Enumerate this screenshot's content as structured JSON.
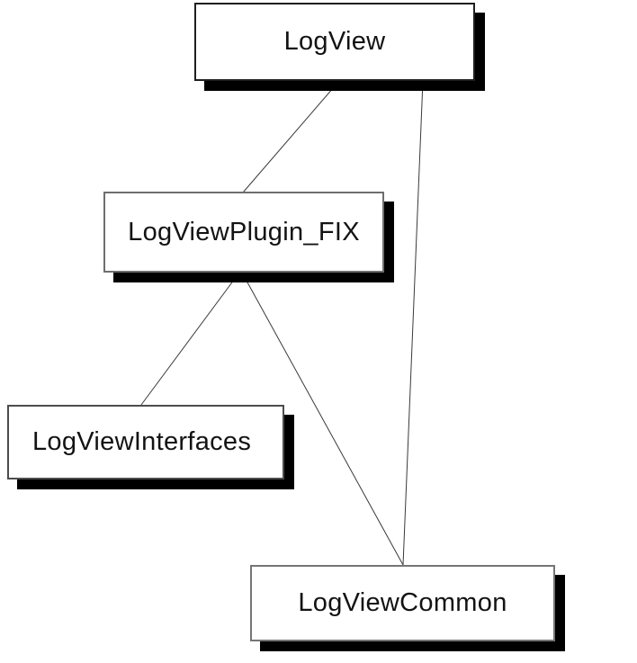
{
  "diagram": {
    "type": "dependency-diagram",
    "nodes": [
      {
        "id": "logview",
        "label": "LogView"
      },
      {
        "id": "logviewplugin-fix",
        "label": "LogViewPlugin_FIX"
      },
      {
        "id": "logviewinterfaces",
        "label": "LogViewInterfaces"
      },
      {
        "id": "logviewcommon",
        "label": "LogViewCommon"
      }
    ],
    "edges": [
      {
        "from": "LogView",
        "to": "LogViewPlugin_FIX"
      },
      {
        "from": "LogView",
        "to": "LogViewCommon"
      },
      {
        "from": "LogViewPlugin_FIX",
        "to": "LogViewInterfaces"
      },
      {
        "from": "LogViewPlugin_FIX",
        "to": "LogViewCommon"
      }
    ],
    "colors": {
      "background": "#ffffff",
      "node_fill": "#ffffff",
      "node_border_dark": "#1f1f1f",
      "node_border_gray": "#6e6e6e",
      "shadow": "#000000",
      "edge": "#3a3a3a",
      "text": "#131313"
    }
  }
}
